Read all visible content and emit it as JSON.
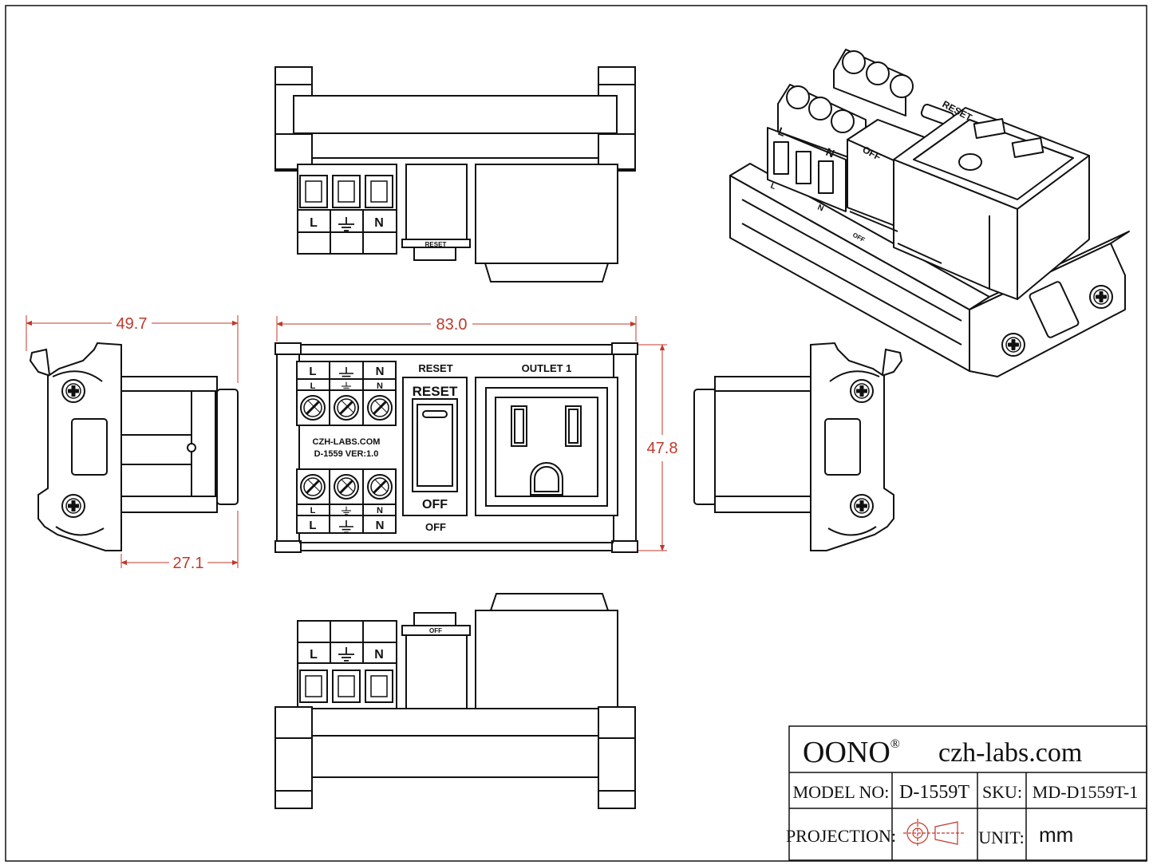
{
  "dimensions": {
    "width_side": "49.7",
    "length": "83.0",
    "height": "47.8",
    "depth": "27.1"
  },
  "terminal_labels": {
    "live": "L",
    "neutral": "N"
  },
  "panel": {
    "reset_title": "RESET",
    "reset_on_button": "RESET",
    "off_on_button": "OFF",
    "off_title": "OFF",
    "outlet_title": "OUTLET 1",
    "website": "CZH-LABS.COM",
    "version": "D-1559  VER:1.0"
  },
  "iso_view": {
    "reset": "RESET",
    "off": "OFF",
    "off_small": "OFF"
  },
  "top_view": {
    "switch_text": "RESET"
  },
  "bottom_view": {
    "switch_text": "OFF"
  },
  "title_block": {
    "brand": "OONO",
    "brand_mark": "®",
    "url": "czh-labs.com",
    "model_label": "MODEL NO:",
    "model_value": "D-1559T",
    "sku_label": "SKU:",
    "sku_value": "MD-D1559T-1",
    "projection_label": "PROJECTION:",
    "unit_label": "UNIT:",
    "unit_value": "mm"
  },
  "colors": {
    "line": "#111111",
    "dimension": "#c0392b",
    "fill": "#ffffff"
  }
}
